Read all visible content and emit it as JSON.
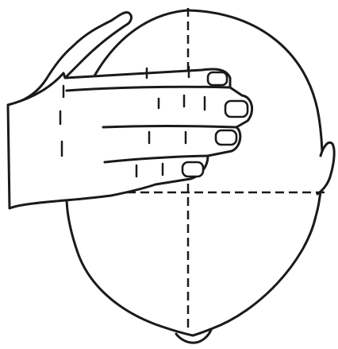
{
  "figure": {
    "subject": "hand-on-head-illustration",
    "background_color": "#ffffff",
    "line_color": "#1a1a1a",
    "guide_lines": [
      "vertical-midline",
      "horizontal-ear-line"
    ]
  }
}
